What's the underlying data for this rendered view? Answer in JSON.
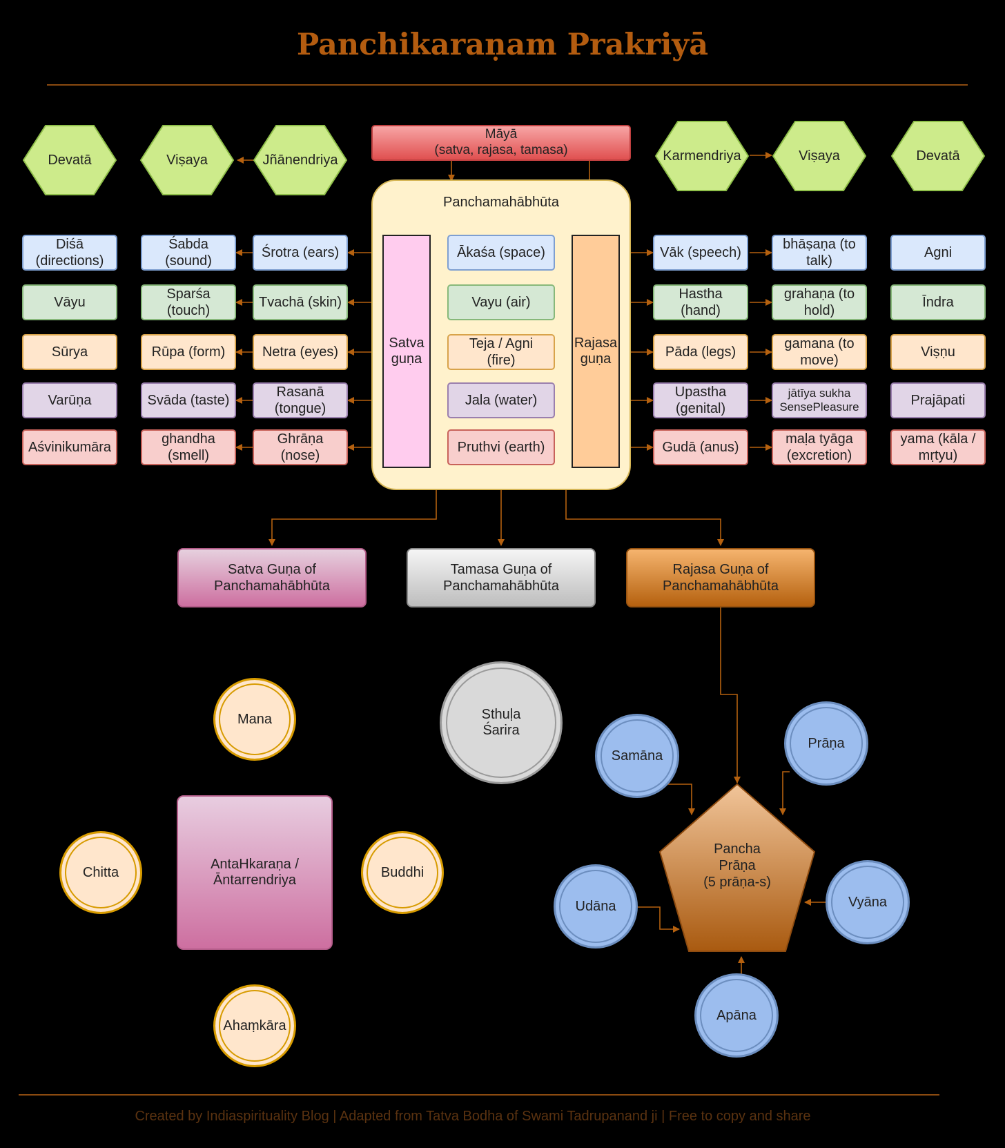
{
  "title": "Panchikaraṇam Prakriyā",
  "maya": [
    "Māyā",
    "(satva, rajasa, tamasa)"
  ],
  "panchamahabhuta_label": "Panchamahābhūta",
  "left_headers": {
    "devata": "Devatā",
    "visaya": "Viṣaya",
    "jnanendriya": "Jñānendriya"
  },
  "right_headers": {
    "karmendriya": "Karmendriya",
    "visaya": "Viṣaya",
    "devata": "Devatā"
  },
  "elements": [
    [
      "Ākaśa (space)"
    ],
    [
      "Vayu (air)"
    ],
    [
      "Teja  / Agni",
      "(fire)"
    ],
    [
      "Jala (water)"
    ],
    [
      "Pruthvi (earth)"
    ]
  ],
  "satva_guna": [
    "Satva",
    "guṇa"
  ],
  "rajasa_guna": [
    "Rajasa",
    "guṇa"
  ],
  "left_devata": [
    [
      "Diśā",
      "(directions)"
    ],
    [
      "Vāyu"
    ],
    [
      "Sūrya"
    ],
    [
      "Varūṇa"
    ],
    [
      "Aśvinikumāra"
    ]
  ],
  "left_visaya": [
    [
      "Śabda",
      "(sound)"
    ],
    [
      "Sparśa",
      "(touch)"
    ],
    [
      "Rūpa (form)"
    ],
    [
      "Svāda (taste)"
    ],
    [
      "ghandha",
      "(smell)"
    ]
  ],
  "jnanendriya": [
    [
      "Śrotra (ears)"
    ],
    [
      "Tvachā (skin)"
    ],
    [
      "Netra (eyes)"
    ],
    [
      "Rasanā",
      "(tongue)"
    ],
    [
      "Ghrāṇa",
      "(nose)"
    ]
  ],
  "karmendriya": [
    [
      "Vāk (speech)"
    ],
    [
      "Hastha",
      "(hand)"
    ],
    [
      "Pāda (legs)"
    ],
    [
      "Upastha",
      "(genital)"
    ],
    [
      "Gudā (anus)"
    ]
  ],
  "right_visaya": [
    [
      "bhāṣaṇa (to",
      "talk)"
    ],
    [
      "grahaṇa (to",
      "hold)"
    ],
    [
      "gamana (to",
      "move)"
    ],
    [
      "jātīya sukha",
      "SensePleasure"
    ],
    [
      "maḷa tyāga",
      "(excretion)"
    ]
  ],
  "right_devata": [
    [
      "Agni"
    ],
    [
      "Īndra"
    ],
    [
      "Viṣṇu"
    ],
    [
      "Prajāpati"
    ],
    [
      "yama (kāla /",
      "mṛtyu)"
    ]
  ],
  "guna_products": {
    "satva": [
      "Satva Guṇa of",
      "Panchamahābhūta"
    ],
    "tamas": [
      "Tamasa Guṇa of",
      "Panchamahābhūta"
    ],
    "rajas": [
      "Rajasa Guṇa of",
      "Panchamahābhūta"
    ]
  },
  "antahkarana": {
    "center": [
      "AntaHkaraṇa /",
      "Āntarrendriya"
    ],
    "mana": "Mana",
    "chitta": "Chitta",
    "buddhi": "Buddhi",
    "ahamkara": "Ahaṃkāra"
  },
  "sthula": [
    "Sthuḷa",
    "Śarira"
  ],
  "pancha_prana": {
    "center": [
      "Pancha",
      "Prāṇa",
      "(5 prāṇa-s)"
    ],
    "samana": "Samāna",
    "prana": "Prāṇa",
    "udana": "Udāna",
    "vyana": "Vyāna",
    "apana": "Apāna"
  },
  "footer": "Created by Indiaspirituality Blog  |  Adapted from Tatva Bodha of Swami Tadrupanand ji  |  Free to copy and share",
  "colors": {
    "accent": "#b35c10",
    "wire": "#b5610f"
  }
}
